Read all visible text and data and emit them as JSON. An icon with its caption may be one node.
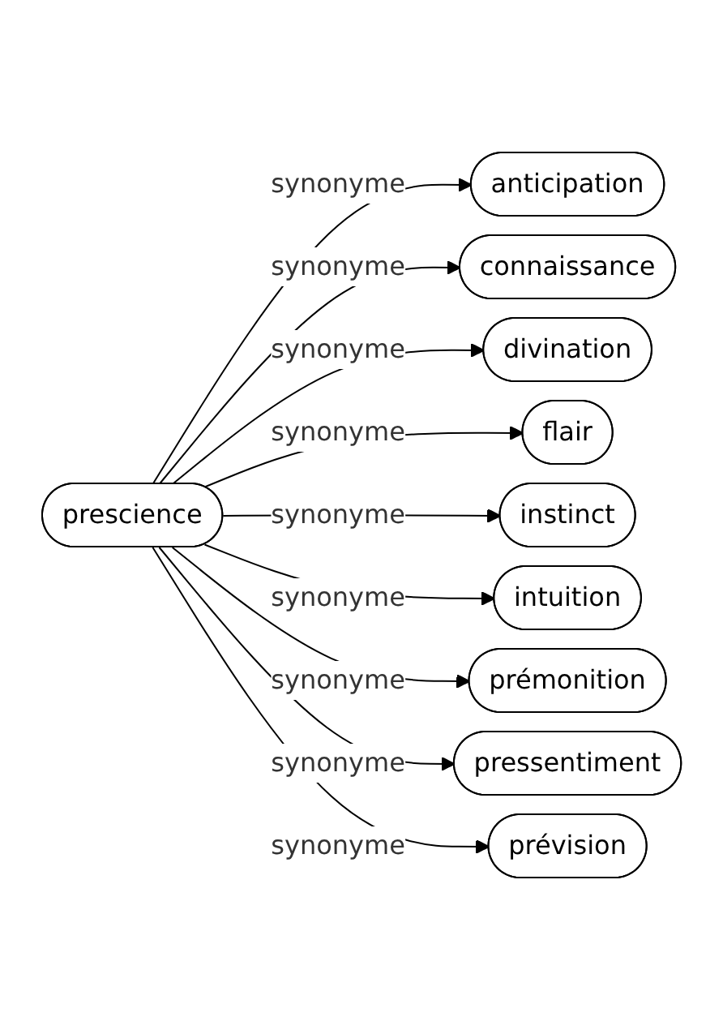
{
  "diagram": {
    "nodes": [
      {
        "text": [
          "prescience"
        ]
      },
      {
        "text": [
          "anticipation"
        ]
      },
      {
        "text": [
          "connaissance"
        ]
      },
      {
        "text": [
          "divination"
        ]
      },
      {
        "text": [
          "flair"
        ]
      },
      {
        "text": [
          "instinct"
        ]
      },
      {
        "text": [
          "intuition"
        ]
      },
      {
        "text": [
          "prémonition"
        ]
      },
      {
        "text": [
          "pressentiment"
        ]
      },
      {
        "text": [
          "prévision"
        ]
      }
    ],
    "edges": [
      {
        "from": 0,
        "to": 1,
        "arrow": "to",
        "label": "synonyme"
      },
      {
        "from": 0,
        "to": 2,
        "arrow": "to",
        "label": "synonyme"
      },
      {
        "from": 0,
        "to": 3,
        "arrow": "to",
        "label": "synonyme"
      },
      {
        "from": 0,
        "to": 4,
        "arrow": "to",
        "label": "synonyme"
      },
      {
        "from": 0,
        "to": 5,
        "arrow": "to",
        "label": "synonyme"
      },
      {
        "from": 0,
        "to": 6,
        "arrow": "to",
        "label": "synonyme"
      },
      {
        "from": 0,
        "to": 7,
        "arrow": "to",
        "label": "synonyme"
      },
      {
        "from": 0,
        "to": 8,
        "arrow": "to",
        "label": "synonyme"
      },
      {
        "from": 0,
        "to": 9,
        "arrow": "to",
        "label": "synonyme"
      }
    ]
  }
}
